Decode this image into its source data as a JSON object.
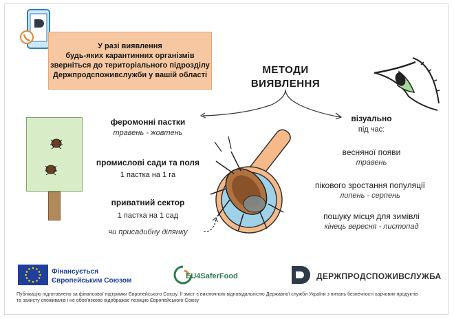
{
  "notice": {
    "line1": "У разі виявлення",
    "line2": "будь-яких карантинних організмів",
    "line3": "зверніться до територіального підрозділу",
    "line4": "Держпродспоживслужби у вашій області"
  },
  "methods_title": {
    "line1": "МЕТОДИ",
    "line2": "ВИЯВЛЕННЯ"
  },
  "pheromone": {
    "title": "феромонні пастки",
    "period": "травень - жовтень",
    "orchards_title": "промислові сади та поля",
    "orchards_rate": "1 пастка на 1 га",
    "private_title": "приватний сектор",
    "private_rate": "1 пастка на 1 сад",
    "private_alt": "чи присадибну ділянку"
  },
  "visual": {
    "title": "візуально",
    "subtitle": "під час:",
    "spring_title": "весняної появи",
    "spring_period": "травень",
    "peak_title": "пікового зростання популяції",
    "peak_period": "липень - серпень",
    "winter_title": "пошуку місця для зимівлі",
    "winter_period": "кінець вересня - листопад"
  },
  "footer": {
    "eu_line1": "Фінансується",
    "eu_line2": "Європейським Союзом",
    "safer_food": "EU4SaferFood",
    "dps": "ДЕРЖПРОДСПОЖИВСЛУЖБА",
    "disclaimer1": "Публікацію підготовлено за фінансової підтримки Європейського Союзу. Її зміст є виключною відповідальністю Державної служби України з питань безпечності харчових продуктів",
    "disclaimer2": "та захисту споживачів і не обов'язково відображає позицію Європейського Союзу"
  },
  "colors": {
    "notice_bg": "#f6c7a0",
    "eu_blue": "#1e3f9a",
    "eu_star": "#ffd200",
    "trap_green": "#d9ecc8",
    "magnifier_orange": "#f6b98a",
    "lens_blue": "#9fd1e8"
  }
}
